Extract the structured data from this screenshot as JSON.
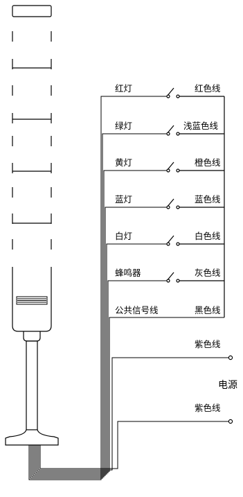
{
  "circuits": [
    {
      "lamp": "红灯",
      "wire": "红色线"
    },
    {
      "lamp": "绿灯",
      "wire": "浅蓝色线"
    },
    {
      "lamp": "黄灯",
      "wire": "橙色线"
    },
    {
      "lamp": "蓝灯",
      "wire": "蓝色线"
    },
    {
      "lamp": "白灯",
      "wire": "白色线"
    },
    {
      "lamp": "蜂鸣器",
      "wire": "灰色线"
    }
  ],
  "common": {
    "label": "公共信号线",
    "wire": "黑色线"
  },
  "power": {
    "label": "电源",
    "wire1": "紫色线",
    "wire2": "紫色线"
  }
}
